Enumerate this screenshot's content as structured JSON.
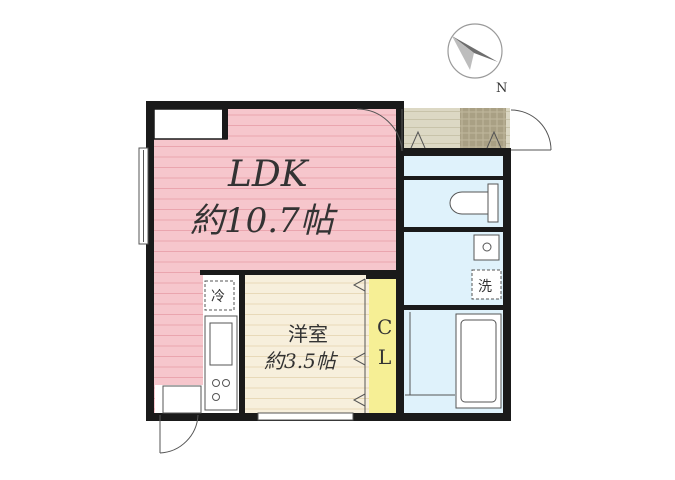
{
  "compass": {
    "north_label": "N"
  },
  "rooms": {
    "ldk": {
      "name": "LDK",
      "area": "約10.7帖"
    },
    "western_room": {
      "name": "洋室",
      "area": "約3.5帖"
    },
    "closet": {
      "line1": "C",
      "line2": "L"
    }
  },
  "fixtures": {
    "fridge_label": "冷",
    "washer_label": "洗"
  },
  "colors": {
    "ldk_fill": "#f6c6cc",
    "western_fill": "#f7efdc",
    "closet_fill": "#f6ef95",
    "wet_fill": "#dff2fb",
    "balcony_fill": "#dcd8c4",
    "wall": "#1a1a1a"
  }
}
